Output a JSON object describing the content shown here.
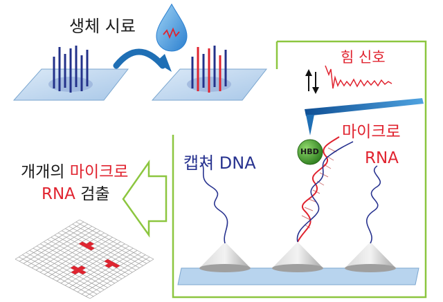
{
  "labels": {
    "bio_sample": "생체 시료",
    "force_signal": "힘 신호",
    "microrna_line1": "마이크로",
    "microrna_line2": "RNA",
    "capture_dna": "캡쳐 DNA",
    "hbd": "HBD",
    "individual_line1_prefix": "개개의 ",
    "individual_line1_highlight": "마이크로",
    "individual_line2_highlight": "RNA",
    "individual_line2_suffix": " 검출"
  },
  "colors": {
    "accent_red": "#e0232f",
    "navy": "#27328f",
    "panel_border": "#8cc63f",
    "hbd_green": "#3a9b2a",
    "cantilever_blue": "#1f6fb5",
    "chip_blue": "#b8d4ee",
    "cone_gray": "#c9c9c9"
  }
}
